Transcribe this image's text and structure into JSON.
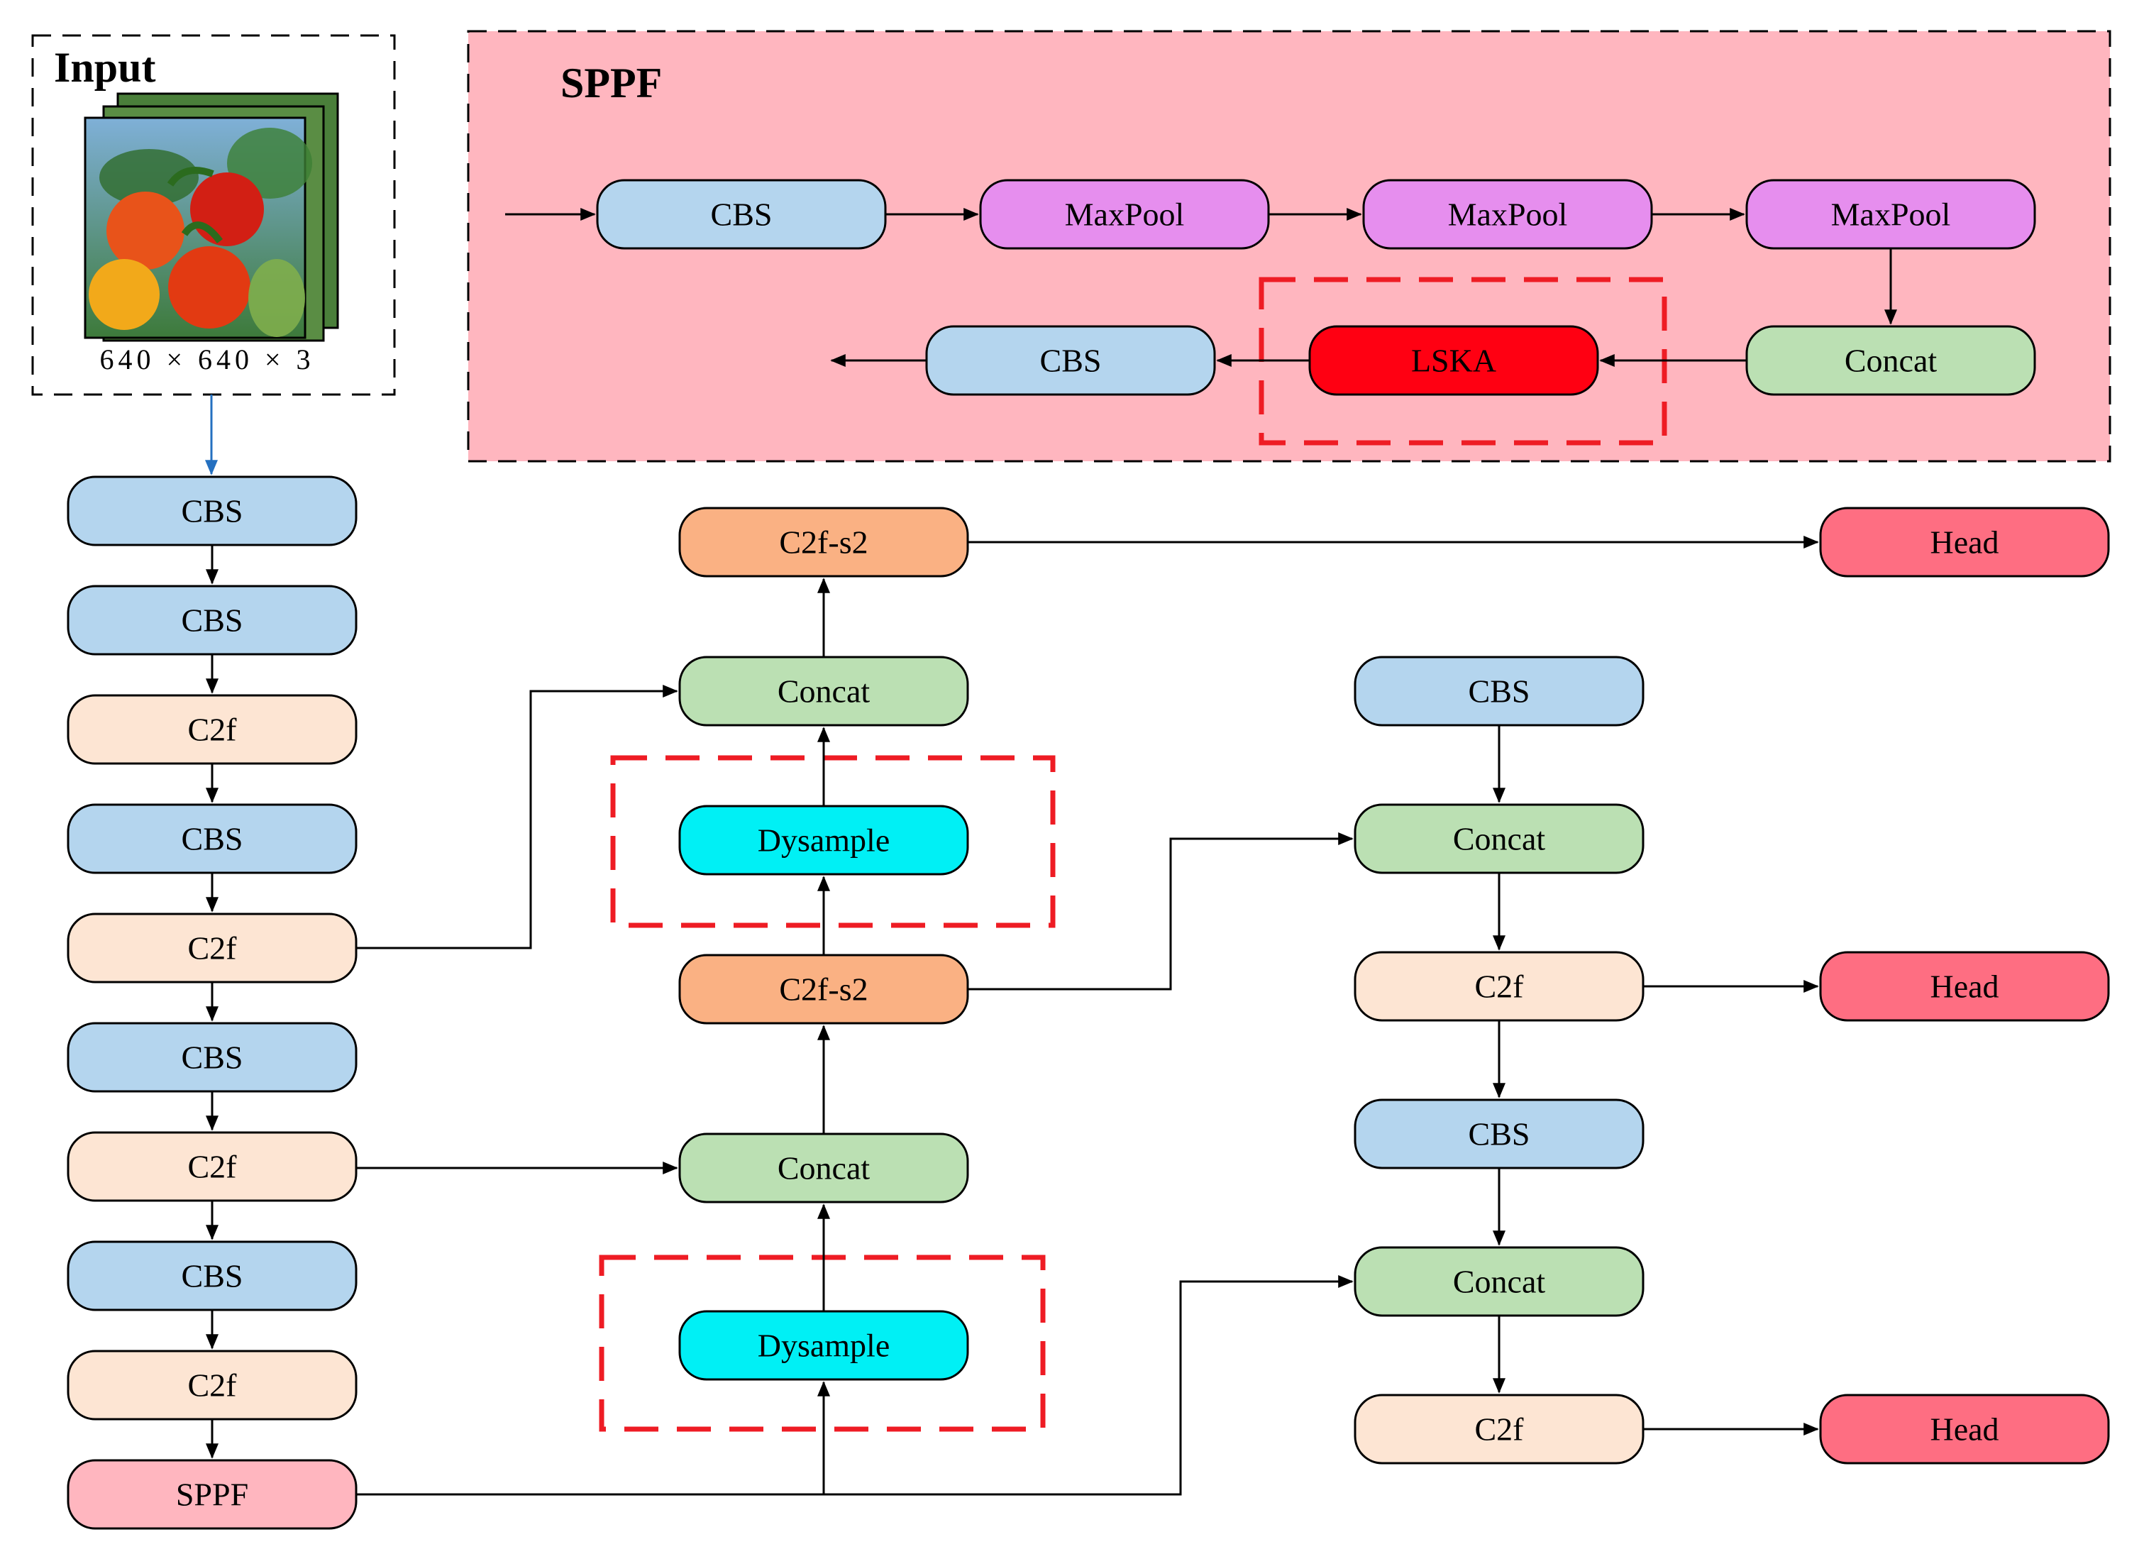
{
  "colors": {
    "cbs": "#b4d5ee",
    "c2f": "#fde5d3",
    "c2f_s2": "#fab183",
    "concat": "#bbe0b3",
    "dysample": "#00f0f5",
    "head": "#fe6e82",
    "sppf_block": "#ffb6bf",
    "maxpool": "#e68eee",
    "lska": "#ff0012",
    "highlight": "#ee1c24",
    "input_arrow": "#2470c0"
  },
  "input": {
    "title": "Input",
    "dims": "640 × 640 × 3",
    "image_alt": "tomato-photo"
  },
  "sppf_detail": {
    "title": "SPPF",
    "row1": [
      "CBS",
      "MaxPool",
      "MaxPool",
      "MaxPool"
    ],
    "row2": [
      "CBS",
      "LSKA",
      "Concat"
    ]
  },
  "backbone": [
    "CBS",
    "CBS",
    "C2f",
    "CBS",
    "C2f",
    "CBS",
    "C2f",
    "CBS",
    "C2f",
    "SPPF"
  ],
  "neck_mid": {
    "top_c2f_s2": "C2f-s2",
    "upper_concat": "Concat",
    "upper_dysample": "Dysample",
    "mid_c2f_s2": "C2f-s2",
    "lower_concat": "Concat",
    "lower_dysample": "Dysample"
  },
  "neck_right": [
    "CBS",
    "Concat",
    "C2f",
    "CBS",
    "Concat",
    "C2f"
  ],
  "heads": [
    "Head",
    "Head",
    "Head"
  ]
}
